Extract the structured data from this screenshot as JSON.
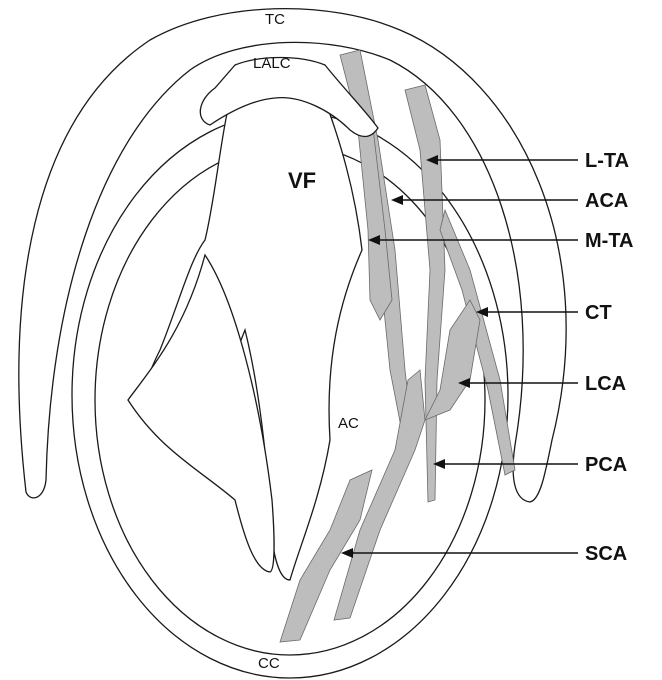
{
  "labels": {
    "tc": "TC",
    "lalc": "LALC",
    "vf": "VF",
    "ac": "AC",
    "cc": "CC"
  },
  "callouts": [
    {
      "id": "l-ta",
      "text": "L-TA"
    },
    {
      "id": "aca",
      "text": "ACA"
    },
    {
      "id": "m-ta",
      "text": "M-TA"
    },
    {
      "id": "ct",
      "text": "CT"
    },
    {
      "id": "lca",
      "text": "LCA"
    },
    {
      "id": "pca",
      "text": "PCA"
    },
    {
      "id": "sca",
      "text": "SCA"
    }
  ],
  "colors": {
    "outline": "#1a1a1a",
    "band_fill": "#bdbdbd"
  }
}
